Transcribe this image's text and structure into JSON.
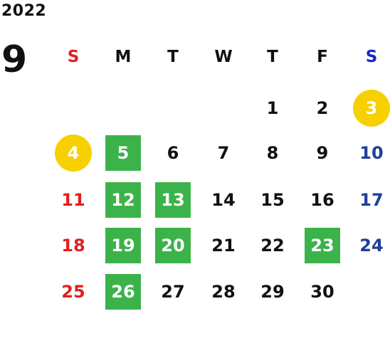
{
  "calendar": {
    "year": "2022",
    "month": "9",
    "colors": {
      "sunday": "#e02020",
      "saturday_header": "#1428c8",
      "saturday": "#1f3f9a",
      "weekday": "#111111",
      "highlight_green": "#3bb34a",
      "highlight_circle": "#f7d000"
    },
    "weekdays": [
      "S",
      "M",
      "T",
      "W",
      "T",
      "F",
      "S"
    ],
    "weeks": [
      [
        null,
        null,
        null,
        null,
        {
          "day": "1"
        },
        {
          "day": "2"
        },
        {
          "day": "3",
          "mark": "circle"
        }
      ],
      [
        {
          "day": "4",
          "mark": "circle"
        },
        {
          "day": "5",
          "mark": "green"
        },
        {
          "day": "6"
        },
        {
          "day": "7"
        },
        {
          "day": "8"
        },
        {
          "day": "9"
        },
        {
          "day": "10"
        }
      ],
      [
        {
          "day": "11"
        },
        {
          "day": "12",
          "mark": "green"
        },
        {
          "day": "13",
          "mark": "green"
        },
        {
          "day": "14"
        },
        {
          "day": "15"
        },
        {
          "day": "16"
        },
        {
          "day": "17"
        }
      ],
      [
        {
          "day": "18"
        },
        {
          "day": "19",
          "mark": "green"
        },
        {
          "day": "20",
          "mark": "green"
        },
        {
          "day": "21"
        },
        {
          "day": "22"
        },
        {
          "day": "23",
          "mark": "green"
        },
        {
          "day": "24"
        }
      ],
      [
        {
          "day": "25"
        },
        {
          "day": "26",
          "mark": "green"
        },
        {
          "day": "27"
        },
        {
          "day": "28"
        },
        {
          "day": "29"
        },
        {
          "day": "30"
        },
        null
      ]
    ]
  }
}
